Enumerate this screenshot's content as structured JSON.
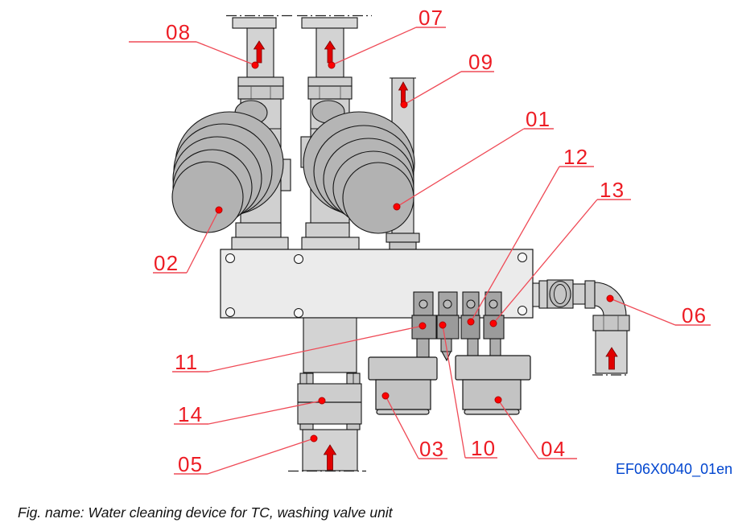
{
  "caption": "Fig. name:  Water cleaning device for TC, washing valve unit",
  "drawing_code": "EF06X0040_01en",
  "colors": {
    "callout_text_red": "#ed1c24",
    "leader_line_red": "#ef4a56",
    "dot_red": "#ff0000",
    "dot_ring_red": "#b00000",
    "code_blue": "#0045cf",
    "outline_black": "#151515",
    "pipe_gray": "#d3d3d3",
    "knob_gray": "#b5b5b5",
    "manifold_gray": "#ebebeb",
    "solenoid_gray": "#9b9b9b"
  },
  "icons": {
    "flow_direction": "up-arrow"
  },
  "callouts": [
    {
      "label": "01",
      "text": [
        653,
        157
      ],
      "underline": [
        651,
        688,
        160
      ],
      "from": [
        651,
        160
      ],
      "dot": [
        493,
        257
      ]
    },
    {
      "label": "02",
      "text": [
        191,
        336
      ],
      "underline": [
        190,
        232,
        339
      ],
      "from": [
        232,
        339
      ],
      "dot": [
        272,
        261
      ]
    },
    {
      "label": "03",
      "text": [
        521,
        567
      ],
      "underline": [
        520,
        556,
        570
      ],
      "from": [
        520,
        570
      ],
      "dot": [
        479,
        492
      ]
    },
    {
      "label": "04",
      "text": [
        672,
        567
      ],
      "underline": [
        669,
        717,
        570
      ],
      "from": [
        669,
        570
      ],
      "dot": [
        619,
        497
      ]
    },
    {
      "label": "05",
      "text": [
        221,
        586
      ],
      "underline": [
        216,
        258,
        589
      ],
      "from": [
        258,
        589
      ],
      "dot": [
        390,
        545
      ]
    },
    {
      "label": "06",
      "text": [
        847,
        401
      ],
      "underline": [
        839,
        883,
        404
      ],
      "from": [
        839,
        404
      ],
      "dot": [
        758,
        371
      ]
    },
    {
      "label": "07",
      "text": [
        520,
        31
      ],
      "underline": [
        517,
        554,
        34
      ],
      "from": [
        517,
        34
      ],
      "dot": [
        412,
        81
      ]
    },
    {
      "label": "08",
      "text": [
        206,
        49
      ],
      "underline": [
        160,
        244,
        52
      ],
      "from": [
        244,
        52
      ],
      "dot": [
        317,
        81
      ]
    },
    {
      "label": "09",
      "text": [
        582,
        86
      ],
      "underline": [
        573,
        614,
        89
      ],
      "from": [
        573,
        89
      ],
      "dot": [
        502,
        130
      ]
    },
    {
      "label": "10",
      "text": [
        585,
        566
      ],
      "underline": [
        578,
        618,
        569
      ],
      "from": [
        578,
        569
      ],
      "dot": [
        550,
        404
      ]
    },
    {
      "label": "11",
      "text": [
        217,
        459
      ],
      "underline": [
        214,
        259,
        462
      ],
      "from": [
        259,
        462
      ],
      "dot": [
        525,
        405
      ]
    },
    {
      "label": "12",
      "text": [
        700,
        204
      ],
      "underline": [
        695,
        738,
        207
      ],
      "from": [
        695,
        207
      ],
      "dot": [
        585,
        400
      ]
    },
    {
      "label": "13",
      "text": [
        745,
        245
      ],
      "underline": [
        742,
        784,
        248
      ],
      "from": [
        742,
        248
      ],
      "dot": [
        613,
        402
      ]
    },
    {
      "label": "14",
      "text": [
        221,
        524
      ],
      "underline": [
        216,
        259,
        527
      ],
      "from": [
        259,
        527
      ],
      "dot": [
        400,
        498
      ]
    }
  ]
}
